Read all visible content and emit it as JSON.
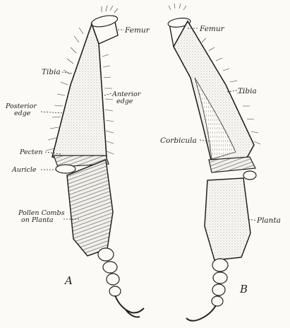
{
  "figure": {
    "panels": {
      "a": "A",
      "b": "B"
    },
    "left_leg_labels": {
      "femur": "Femur",
      "tibia": "Tibia",
      "posterior_edge_line1": "Posterior",
      "posterior_edge_line2": "edge",
      "anterior_edge_line1": "Anterior",
      "anterior_edge_line2": "edge",
      "pecten": "Pecten",
      "auricle": "Auricle",
      "pollen_combs_line1": "Pollen Combs",
      "pollen_combs_line2": "on Planta"
    },
    "right_leg_labels": {
      "femur": "Femur",
      "tibia": "Tibia",
      "corbicula": "Corbicula",
      "planta": "Planta"
    },
    "colors": {
      "ink": "#222222",
      "paper": "#fbfaf6"
    }
  }
}
